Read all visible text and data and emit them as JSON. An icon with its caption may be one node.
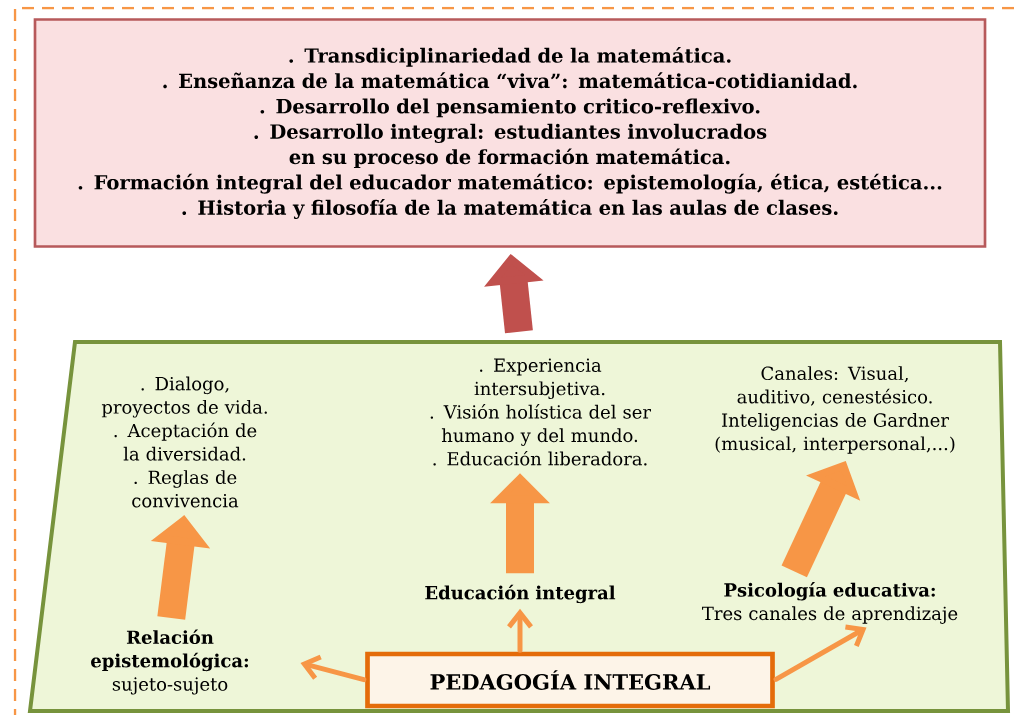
{
  "diagram": {
    "nodes": [
      {
        "text": [
          ". Transdiciplinariedad de la matemática.",
          ". Enseñanza de la matemática “viva”: matemática-cotidianidad.",
          ". Desarrollo del pensamiento critico-reflexivo.",
          ". Desarrollo integral: estudiantes involucrados en su proceso de formación matemática.",
          ". Formación integral del educador matemático: epistemología,  ética, estética...",
          ". Historia y filosofía de la matemática en las aulas de clases."
        ]
      },
      {
        "text": [],
        "shape": "trapezoid"
      },
      {
        "text": [
          ". Dialogo, proyectos de vida.",
          ". Aceptación de la diversidad.",
          ". Reglas de convivencia"
        ],
        "in": 1
      },
      {
        "text": [
          ". Experiencia intersubjetiva.",
          ". Visión holística del ser humano y del mundo.",
          ". Educación liberadora."
        ],
        "in": 1
      },
      {
        "text": [
          "Canales: Visual, auditivo, cenestésico.",
          "Inteligencias de Gardner (musical, interpersonal,...)"
        ],
        "in": 1
      },
      {
        "text": [
          "Relación epistemológica:",
          "sujeto-sujeto"
        ],
        "in": 1
      },
      {
        "text": [
          "Educación integral"
        ],
        "in": 1
      },
      {
        "text": [
          "Psicología educativa:",
          "Tres canales de aprendizaje"
        ],
        "in": 1
      },
      {
        "text": [
          "PEDAGOGÍA INTEGRAL"
        ],
        "in": 1
      }
    ],
    "edges": [
      {
        "from": 1,
        "to": 0,
        "arrow": "to",
        "color": "#c0504d"
      },
      {
        "from": 5,
        "to": 2,
        "arrow": "to"
      },
      {
        "from": 6,
        "to": 3,
        "arrow": "to"
      },
      {
        "from": 7,
        "to": 4,
        "arrow": "to"
      },
      {
        "from": 8,
        "to": 5,
        "arrow": "to"
      },
      {
        "from": 8,
        "to": 6,
        "arrow": "to"
      },
      {
        "from": 8,
        "to": 7,
        "arrow": "to"
      }
    ]
  }
}
